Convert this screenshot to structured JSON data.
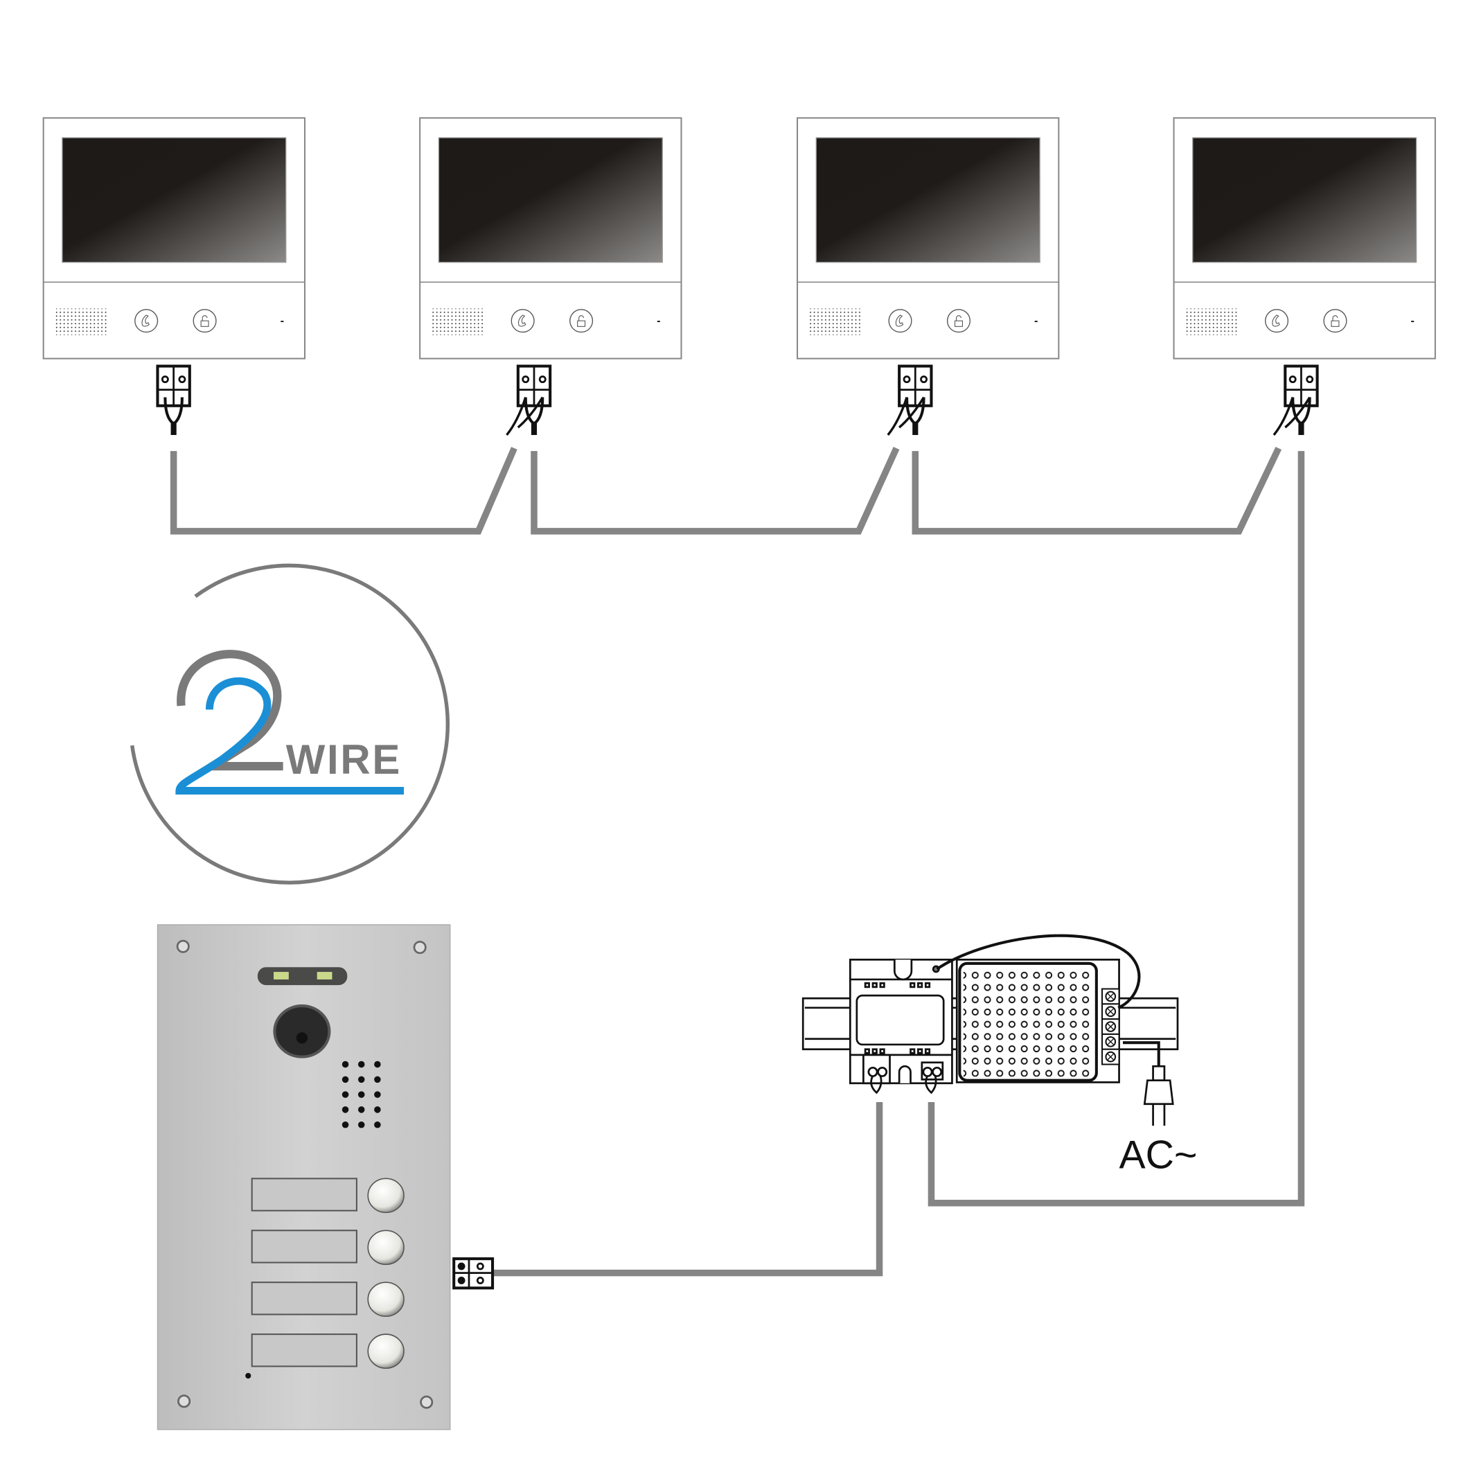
{
  "logo": {
    "numeral": "2",
    "word": "WIRE"
  },
  "power": {
    "label": "AC~"
  },
  "monitors": [
    {
      "icons": [
        "speaker-grille",
        "call-icon",
        "unlock-icon"
      ],
      "indicator": "-"
    },
    {
      "icons": [
        "speaker-grille",
        "call-icon",
        "unlock-icon"
      ],
      "indicator": "-"
    },
    {
      "icons": [
        "speaker-grille",
        "call-icon",
        "unlock-icon"
      ],
      "indicator": "-"
    },
    {
      "icons": [
        "speaker-grille",
        "call-icon",
        "unlock-icon"
      ],
      "indicator": "-"
    }
  ],
  "door_station": {
    "call_buttons": 4,
    "name_plates": 4
  },
  "colors": {
    "cable": "#858585",
    "logo_blue": "#1a8fd6",
    "logo_grey": "#7a7a7a",
    "panel": "#c9c9c9"
  }
}
